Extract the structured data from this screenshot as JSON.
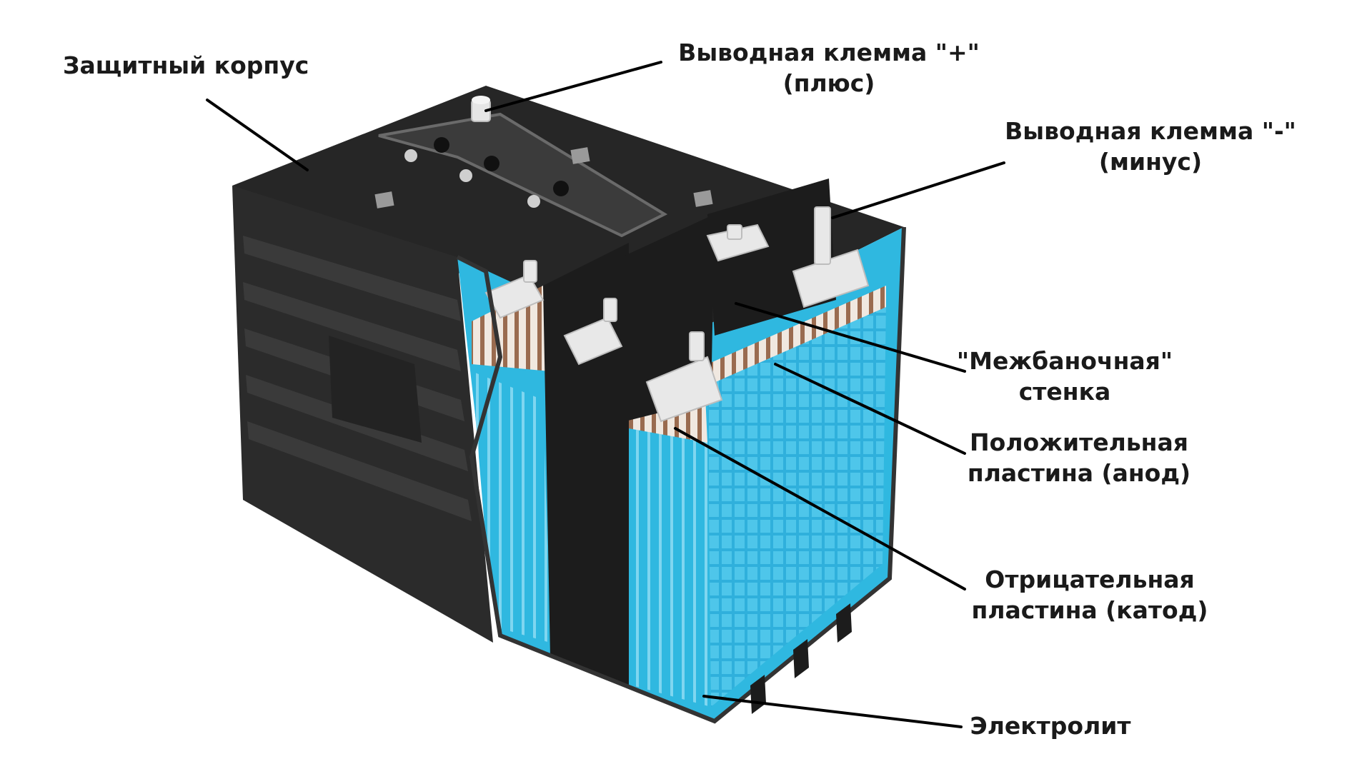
{
  "diagram": {
    "labels": {
      "case": "Защитный корпус",
      "positive_terminal": [
        "Выводная клемма \"+\"",
        "(плюс)"
      ],
      "negative_terminal": [
        "Выводная клемма \"-\"",
        "(минус)"
      ],
      "separator": [
        "\"Межбаночная\"",
        "стенка"
      ],
      "positive_plate": [
        "Положительная",
        "пластина (анод)"
      ],
      "negative_plate": [
        "Отрицательная",
        "пластина (катод)"
      ],
      "electrolyte": "Электролит"
    },
    "colors": {
      "case_front": "#2b2b2b",
      "case_side": "#1f1f1f",
      "case_top": "#262626",
      "electrolyte": "#2fb8e0",
      "plates_copper": "#9a6b4f",
      "terminal": "#e6e6e6",
      "leader_line": "#000000"
    }
  }
}
